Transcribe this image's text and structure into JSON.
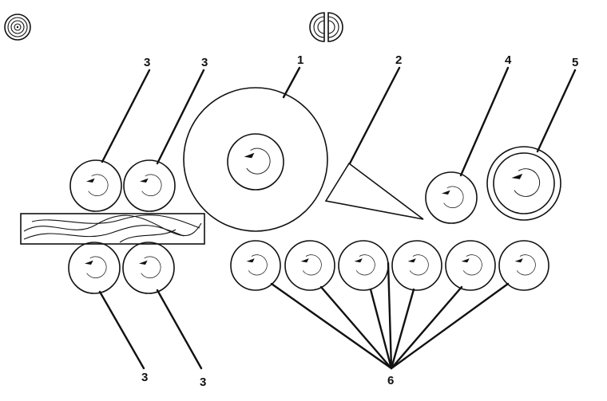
{
  "diagram": {
    "labels": {
      "drum": "1",
      "knife": "2",
      "roller_small": "3",
      "roller_4": "4",
      "roller_5": "5",
      "roller_group": "6"
    },
    "colors": {
      "ink": "#111111",
      "background": "#ffffff"
    },
    "icons": {
      "log_end_full": "log-cross-section-icon",
      "log_end_split": "split-log-cross-section-icon",
      "rotation": "rotation-arrow-icon"
    }
  }
}
